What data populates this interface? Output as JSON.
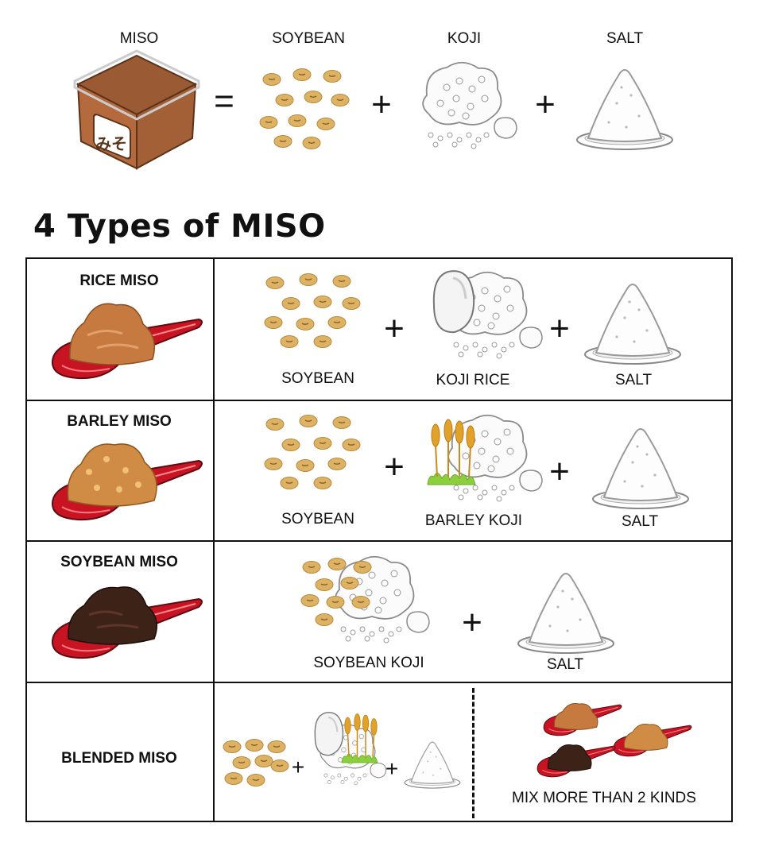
{
  "equation": {
    "miso_label": "MISO",
    "equals": "=",
    "plus": "+",
    "soybean_label": "SOYBEAN",
    "koji_label": "KOJI",
    "salt_label": "SALT",
    "container_text": "みそ"
  },
  "heading": "4 Types of MISO",
  "rows": [
    {
      "title": "RICE MISO",
      "ingredients": [
        "SOYBEAN",
        "KOJI RICE",
        "SALT"
      ]
    },
    {
      "title": "BARLEY MISO",
      "ingredients": [
        "SOYBEAN",
        "BARLEY KOJI",
        "SALT"
      ]
    },
    {
      "title": "SOYBEAN MISO",
      "ingredients": [
        "SOYBEAN KOJI",
        "SALT"
      ]
    },
    {
      "title": "BLENDED MISO",
      "note": "MIX MORE THAN 2 KINDS"
    }
  ],
  "colors": {
    "miso_brown": "#9a5a33",
    "rice_miso": "#c77a3f",
    "barley_miso": "#d08c45",
    "soybean_miso": "#3d2218",
    "spoon_red": "#c81422",
    "bean": "#ddb265",
    "grass": "#8ccf3c",
    "wheat": "#e2a229"
  },
  "icons": [
    "miso-container-icon",
    "soybean-icon",
    "koji-icon",
    "salt-icon",
    "rice-grain-icon",
    "barley-icon",
    "miso-spoon-icon"
  ]
}
